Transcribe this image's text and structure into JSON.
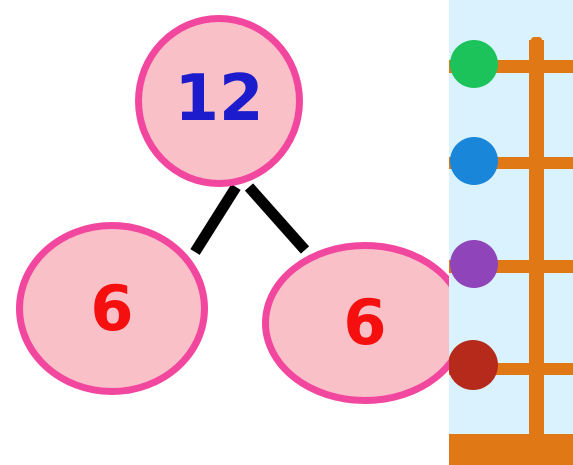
{
  "colors": {
    "node_fill": "#f9c0c7",
    "node_border": "#f2479e",
    "top_number": "#1c1ccc",
    "part_number": "#f50f0f",
    "connector": "#000000",
    "panel_bg": "#d9f2fd",
    "rack_wood": "#e07816",
    "bead_green": "#1cc35a",
    "bead_blue": "#1a86d9",
    "bead_purple": "#8f44b9",
    "bead_red": "#b62a1c"
  },
  "number_bond": {
    "whole": "12",
    "parts": [
      "6",
      "6"
    ]
  },
  "rack": {
    "bead_colors": [
      "green",
      "blue",
      "purple",
      "red"
    ]
  }
}
